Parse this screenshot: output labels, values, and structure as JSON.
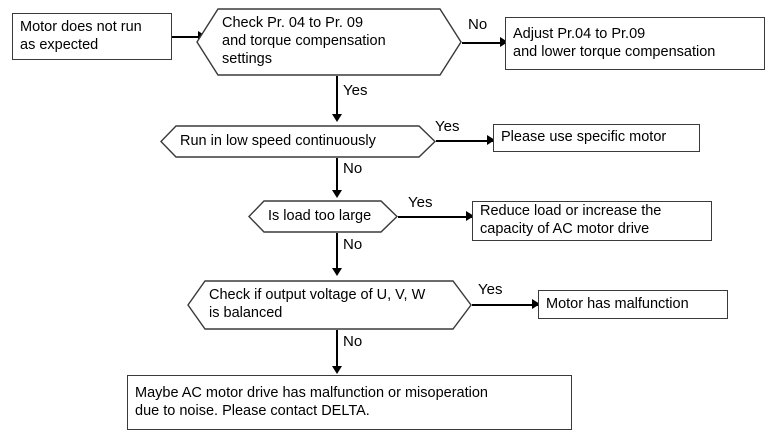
{
  "diagram": {
    "title": "Motor does not run as expected troubleshooting flowchart",
    "colors": {
      "background": "#ffffff",
      "stroke": "#3a3a3a",
      "connector": "#000000",
      "text": "#000000"
    },
    "nodes": {
      "start": {
        "label": "Motor does not run\nas expected",
        "shape": "rectangle"
      },
      "check_pr": {
        "label": "Check Pr. 04 to Pr. 09\nand torque compensation\nsettings",
        "shape": "hexagon"
      },
      "adjust_pr": {
        "label": "Adjust Pr.04 to Pr.09\nand lower torque compensation",
        "shape": "rectangle"
      },
      "low_speed": {
        "label": "Run in low speed continuously",
        "shape": "hexagon"
      },
      "specific_motor": {
        "label": "Please use specific motor",
        "shape": "rectangle"
      },
      "load_large": {
        "label": "Is load too large",
        "shape": "hexagon"
      },
      "reduce_load": {
        "label": "Reduce load or increase the\ncapacity of AC motor drive",
        "shape": "rectangle"
      },
      "voltage_balanced": {
        "label": "Check if output voltage of U, V, W\nis balanced",
        "shape": "hexagon"
      },
      "motor_malfunction": {
        "label": "Motor  has malfunction",
        "shape": "rectangle"
      },
      "contact_delta": {
        "label": "Maybe AC motor drive has malfunction or misoperation\ndue to noise. Please contact DELTA.",
        "shape": "rectangle"
      }
    },
    "edge_labels": {
      "no_1": "No",
      "yes_1": "Yes",
      "yes_2": "Yes",
      "no_2": "No",
      "yes_3": "Yes",
      "no_3": "No",
      "yes_4": "Yes",
      "no_4": "No"
    }
  }
}
